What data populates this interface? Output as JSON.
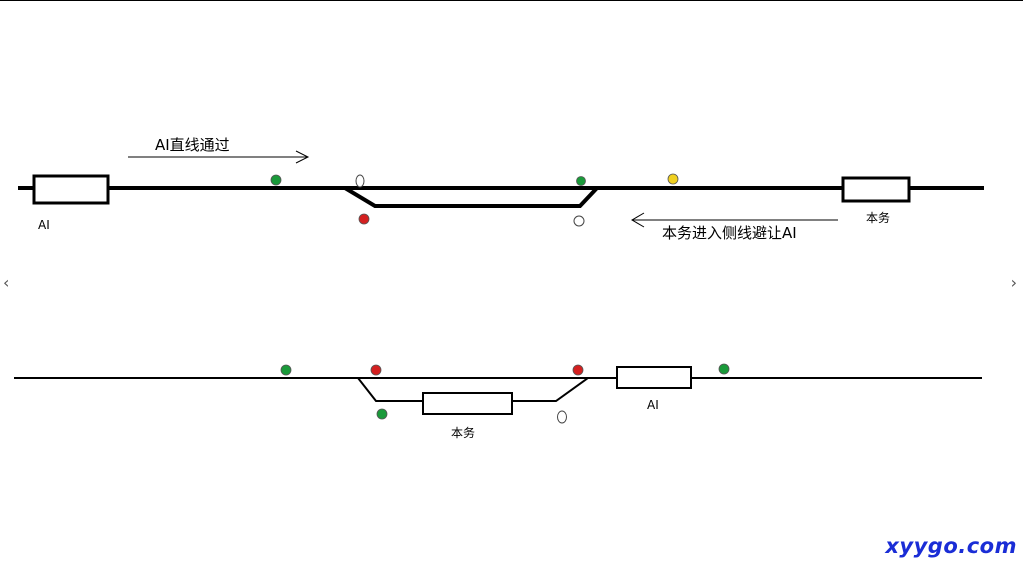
{
  "diagram1": {
    "ai_label": "AI",
    "train_label": "本务",
    "ai_note": "AI直线通过",
    "train_note": "本务进入侧线避让AI"
  },
  "diagram2": {
    "ai_label": "AI",
    "train_label": "本务"
  },
  "signal_colors": {
    "green": "#1a9a3a",
    "red": "#d42020",
    "yellow": "#f0d020",
    "unlit": "#ffffff"
  },
  "navigation": {
    "prev_icon": "chevron-left-icon",
    "prev_glyph": "‹",
    "next_icon": "chevron-right-icon",
    "next_glyph": "›"
  },
  "watermark": {
    "text": "xyygo.com",
    "color": "#1a2dd6"
  }
}
